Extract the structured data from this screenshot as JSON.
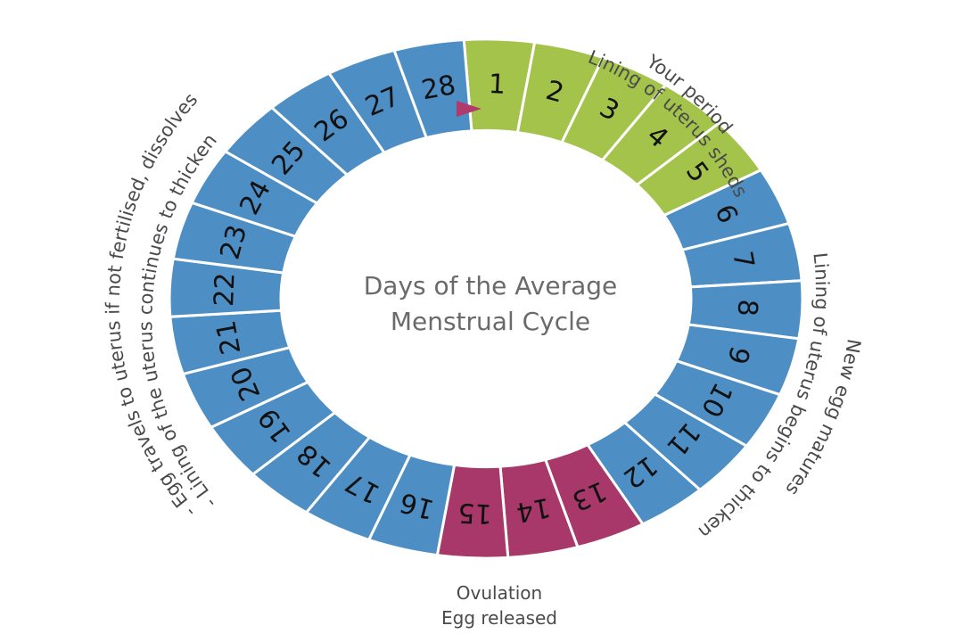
{
  "diagram": {
    "center_title": [
      "Days of the Average",
      "Menstrual Cycle"
    ],
    "days": [
      {
        "day": "1",
        "phase": "period"
      },
      {
        "day": "2",
        "phase": "period"
      },
      {
        "day": "3",
        "phase": "period"
      },
      {
        "day": "4",
        "phase": "period"
      },
      {
        "day": "5",
        "phase": "period"
      },
      {
        "day": "6",
        "phase": "cycle"
      },
      {
        "day": "7",
        "phase": "cycle"
      },
      {
        "day": "8",
        "phase": "cycle"
      },
      {
        "day": "9",
        "phase": "cycle"
      },
      {
        "day": "10",
        "phase": "cycle"
      },
      {
        "day": "11",
        "phase": "cycle"
      },
      {
        "day": "12",
        "phase": "cycle"
      },
      {
        "day": "13",
        "phase": "ovulation"
      },
      {
        "day": "14",
        "phase": "ovulation"
      },
      {
        "day": "15",
        "phase": "ovulation"
      },
      {
        "day": "16",
        "phase": "cycle"
      },
      {
        "day": "17",
        "phase": "cycle"
      },
      {
        "day": "18",
        "phase": "cycle"
      },
      {
        "day": "19",
        "phase": "cycle"
      },
      {
        "day": "20",
        "phase": "cycle"
      },
      {
        "day": "21",
        "phase": "cycle"
      },
      {
        "day": "22",
        "phase": "cycle"
      },
      {
        "day": "23",
        "phase": "cycle"
      },
      {
        "day": "24",
        "phase": "cycle"
      },
      {
        "day": "25",
        "phase": "cycle"
      },
      {
        "day": "26",
        "phase": "cycle"
      },
      {
        "day": "27",
        "phase": "cycle"
      },
      {
        "day": "28",
        "phase": "cycle"
      }
    ],
    "colors": {
      "period": "#a4c34b",
      "cycle": "#4d8ec4",
      "ovulation": "#a9386a",
      "marker": "#b03a6c",
      "divider": "#ffffff"
    },
    "annotations": {
      "period": [
        "Your period",
        "Lining of uterus sheds"
      ],
      "follicular": [
        "Lining of uterus begins to thicken",
        "New egg matures"
      ],
      "ovulation": [
        "Ovulation",
        "Egg released"
      ],
      "luteal": [
        "- Lining of the uterus continues to thicken",
        "- Egg travels to uterus if not fertilised, dissolves"
      ]
    },
    "marker_icon": "triangle-right-icon"
  }
}
